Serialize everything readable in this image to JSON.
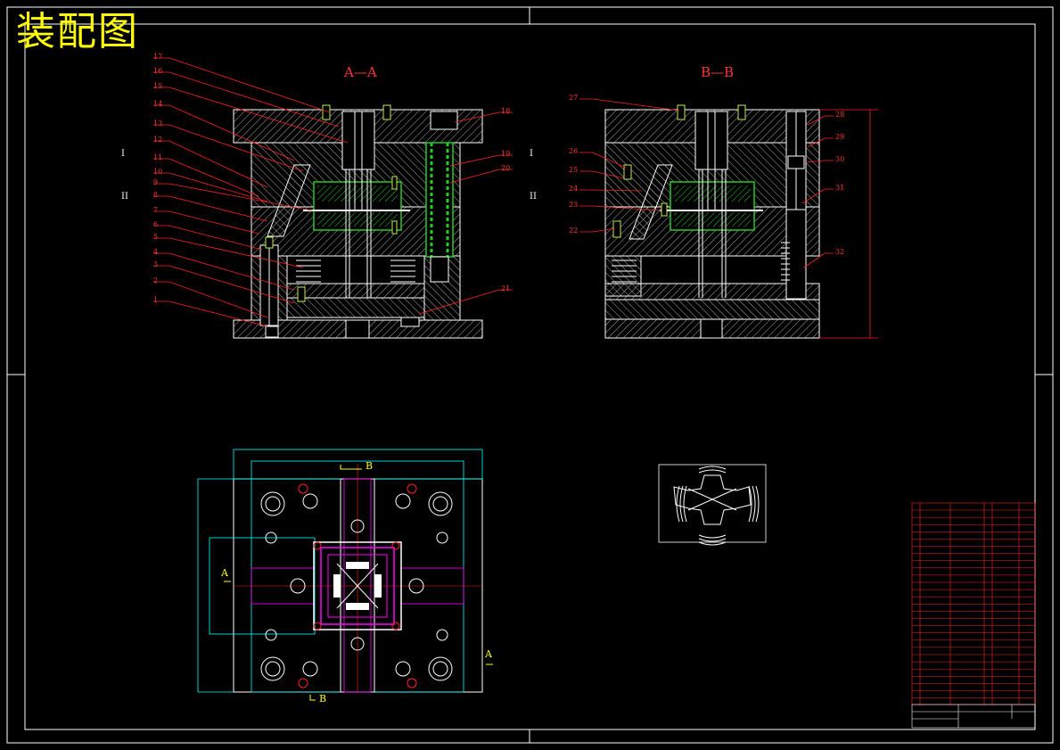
{
  "drawing": {
    "title_cn": "装配图",
    "section_aa": "A—A",
    "section_bb": "B—B",
    "view_mark_b": "B",
    "view_mark_a": "A",
    "levels": [
      "I",
      "II"
    ]
  },
  "callouts_left": [
    "17",
    "16",
    "15",
    "14",
    "13",
    "12",
    "11",
    "10",
    "9",
    "8",
    "7",
    "6",
    "5",
    "4",
    "3",
    "2",
    "1"
  ],
  "callouts_right_aa": [
    "18",
    "19",
    "20",
    "21"
  ],
  "callouts_left_bb": [
    "27",
    "26",
    "25",
    "24",
    "23",
    "22"
  ],
  "callouts_right_bb": [
    "28",
    "29",
    "30",
    "31",
    "32"
  ],
  "colors": {
    "background": "#000000",
    "frame": "#ffffff",
    "part_outline": "#ffffff",
    "hatch": "#bcbcbc",
    "leader": "#ff2020",
    "cavity_green": "#22cc22",
    "guide_cyan": "#00ffff",
    "cavity_magenta": "#ff00ff",
    "title_yellow": "#ffff00",
    "bom_red": "#ff2020"
  }
}
